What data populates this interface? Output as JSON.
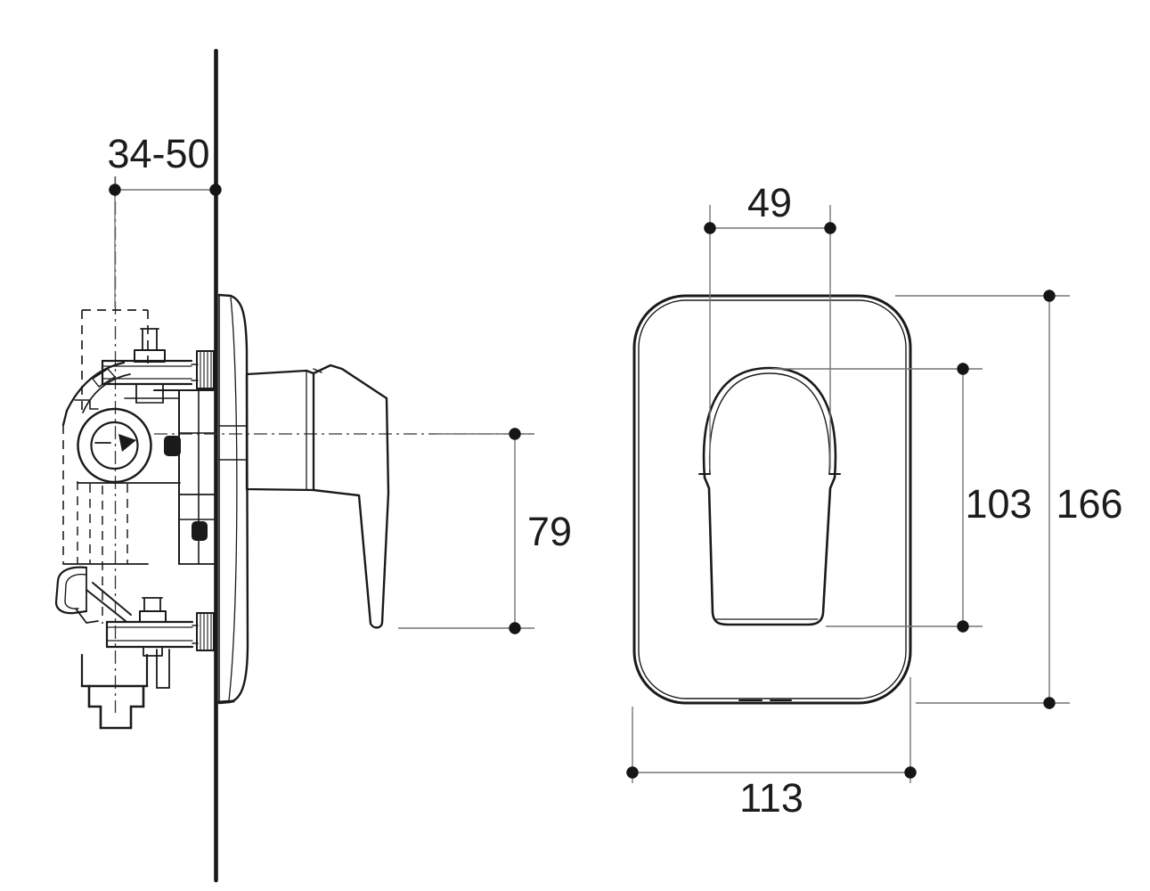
{
  "drawing": {
    "background_color": "#ffffff",
    "object_line_color": "#1a1a1a",
    "dimension_line_color": "#747474",
    "text_color": "#1c1c1c",
    "side_view": {
      "label": "side-section-view of concealed mixer valve at wall",
      "dimensions": {
        "wall_mount_depth": "34-50",
        "handle_length_below_center": "79"
      }
    },
    "front_view": {
      "label": "front-view of trim plate with lever handle",
      "dimensions": {
        "handle_width": "49",
        "handle_height": "103",
        "plate_height": "166",
        "plate_width": "113"
      }
    }
  }
}
